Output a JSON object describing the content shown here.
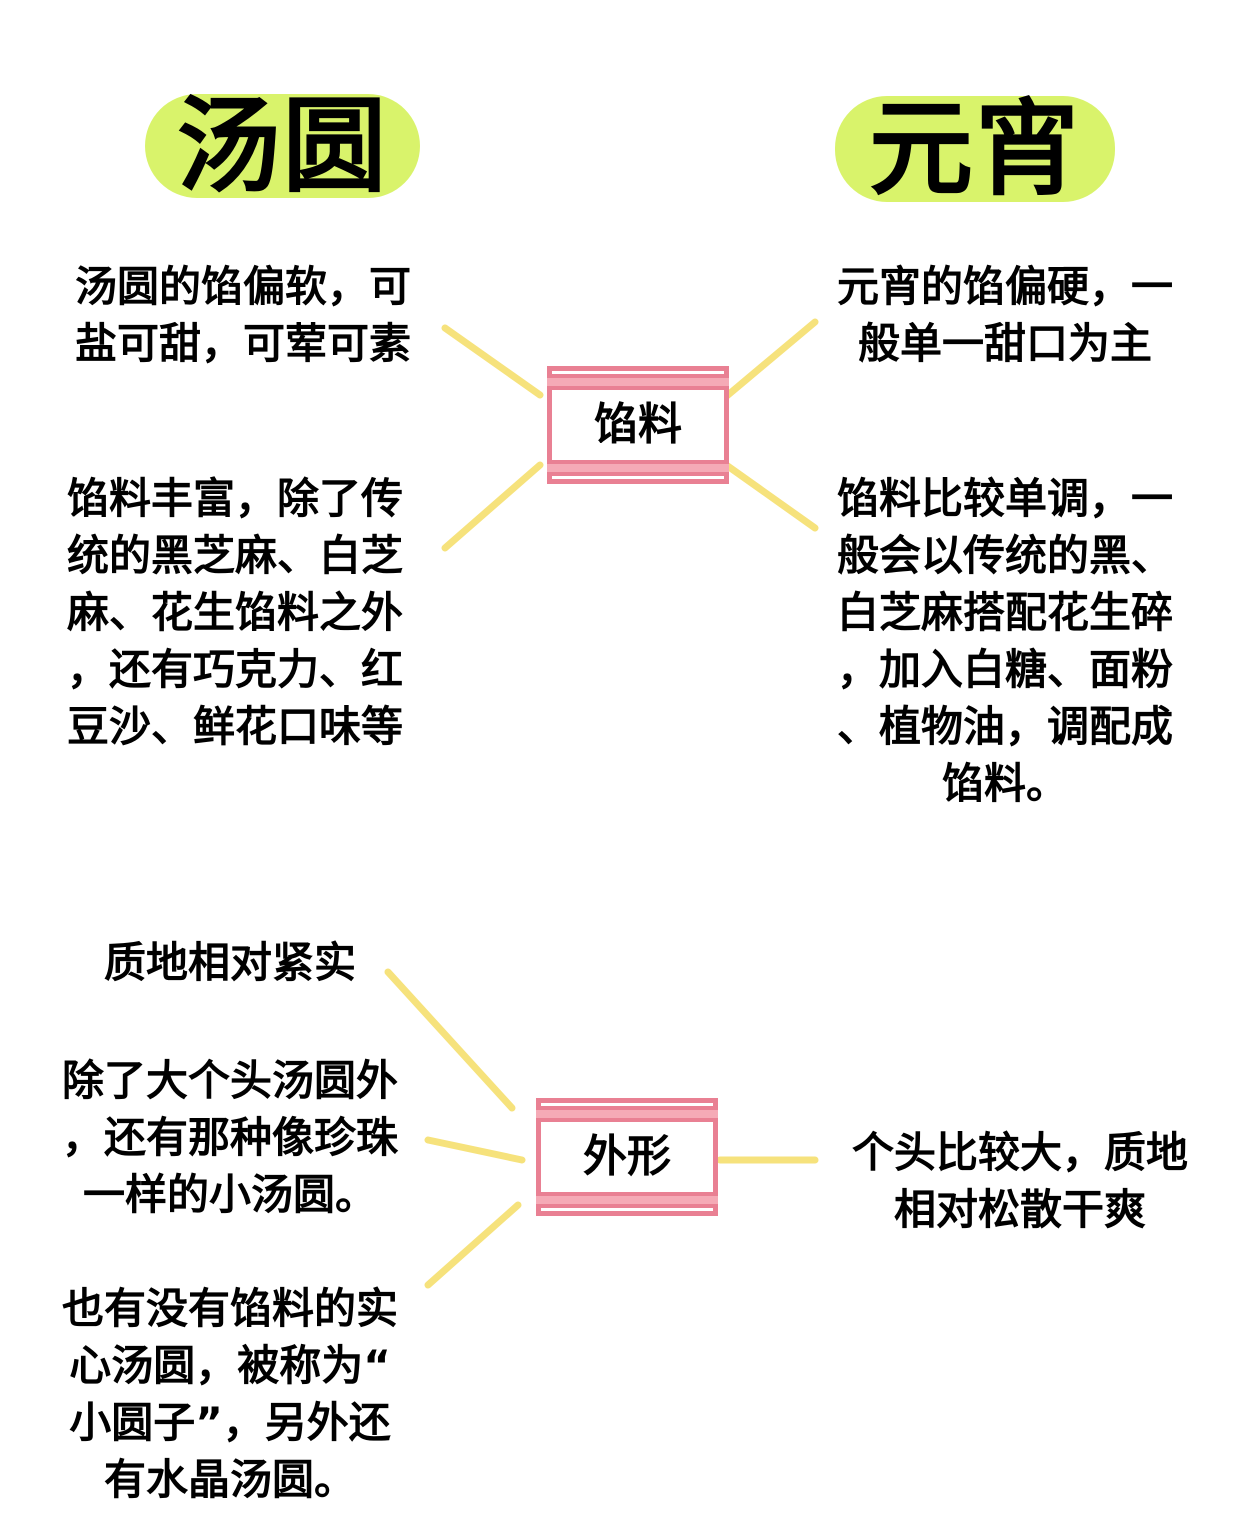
{
  "headers": {
    "left": "汤圆",
    "right": "元宵"
  },
  "sections": {
    "filling": {
      "label": "馅料",
      "left": [
        "汤圆的馅偏软，可\n盐可甜，可荤可素",
        "馅料丰富，除了传\n统的黑芝麻、白芝\n麻、花生馅料之外\n，还有巧克力、红\n豆沙、鲜花口味等"
      ],
      "right": [
        "元宵的馅偏硬，一\n般单一甜口为主",
        "馅料比较单调，一\n般会以传统的黑、\n白芝麻搭配花生碎\n，加入白糖、面粉\n、植物油，调配成\n馅料。"
      ]
    },
    "shape": {
      "label": "外形",
      "left": [
        "质地相对紧实",
        "除了大个头汤圆外\n，还有那种像珍珠\n一样的小汤圆。",
        "也有没有馅料的实\n心汤圆，被称为“\n小圆子”，另外还\n有水晶汤圆。"
      ],
      "right": [
        "个头比较大，质地\n相对松散干爽"
      ]
    }
  },
  "colors": {
    "header_bg": "#d9f36b",
    "connector": "#f6e27c",
    "box_border": "#e98093",
    "box_band": "#f5aab6"
  }
}
